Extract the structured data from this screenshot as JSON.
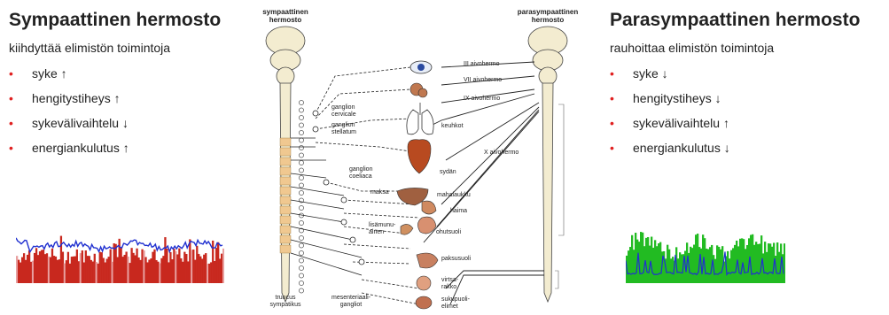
{
  "left": {
    "title": "Sympaattinen hermosto",
    "subtitle": "kiihdyttää elimistön toimintoja",
    "items": [
      "syke ↑",
      "hengitystiheys ↑",
      "sykevälivaihtelu ↓",
      "energiankulutus ↑"
    ]
  },
  "right": {
    "title": "Parasympaattinen hermosto",
    "subtitle": "rauhoittaa elimistön toimintoja",
    "items": [
      "syke ↓",
      "hengitystiheys ↓",
      "sykevälivaihtelu ↑",
      "energiankulutus ↓"
    ]
  },
  "diagram": {
    "sympathetic_header": [
      "sympaattinen",
      "hermosto"
    ],
    "parasympathetic_header": [
      "parasympaattinen",
      "hermosto"
    ],
    "nerves": [
      "III aivohermo",
      "VII aivohermo",
      "IX aivohermo",
      "X aivohermo"
    ],
    "ganglia": [
      "ganglion",
      "cervicale",
      "ganglion",
      "stellatum",
      "ganglion",
      "coeliaca"
    ],
    "organs": [
      "keuhkot",
      "sydän",
      "maksa",
      "mahalaukku",
      "haima",
      "lisämunu-",
      "ainen",
      "ohutsuoli",
      "paksusuoli",
      "virtsa-",
      "rakko",
      "sukupuoli-",
      "elimet"
    ],
    "bottom_labels": [
      "truncus",
      "sympatikus",
      "mesenteriaali-",
      "gangliot"
    ]
  },
  "colors": {
    "red": "#c8281e",
    "blue": "#2030d0",
    "green": "#22bb22",
    "bullet": "#e02020"
  },
  "icons": [
    "spinal-cord-icon",
    "eye-icon",
    "lungs-icon",
    "heart-icon",
    "liver-icon",
    "stomach-icon",
    "intestine-icon",
    "bladder-icon"
  ]
}
